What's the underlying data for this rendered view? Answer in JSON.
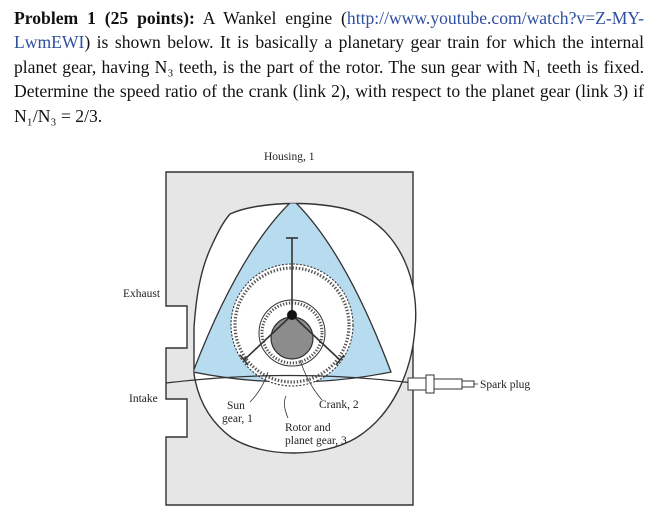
{
  "problem": {
    "heading": "Problem 1 (25 points):",
    "intro": "A Wankel engine (",
    "link": "http://www.youtube.com/watch?v=Z-MY-LwmEWI",
    "body": ") is shown below. It is basically a planetary gear train for which the internal planet gear, having N₃ teeth, is the part of the rotor. The sun gear with N₁ teeth is fixed. Determine the speed ratio of the crank (link 2), with respect to the planet gear (link 3) if N₁/N₃ = 2/3."
  },
  "figure": {
    "labels": {
      "housing": "Housing, 1",
      "exhaust": "Exhaust",
      "intake": "Intake",
      "spark_plug": "Spark plug",
      "sun_gear_line1": "Sun",
      "sun_gear_line2": "gear, 1",
      "crank": "Crank, 2",
      "rotor_line1": "Rotor and",
      "rotor_line2": "planet gear, 3"
    },
    "colors": {
      "housing_fill": "#e6e6e6",
      "rotor_fill": "#b8dcef",
      "crank_fill": "#8c8c8c",
      "outline": "#333333"
    }
  }
}
